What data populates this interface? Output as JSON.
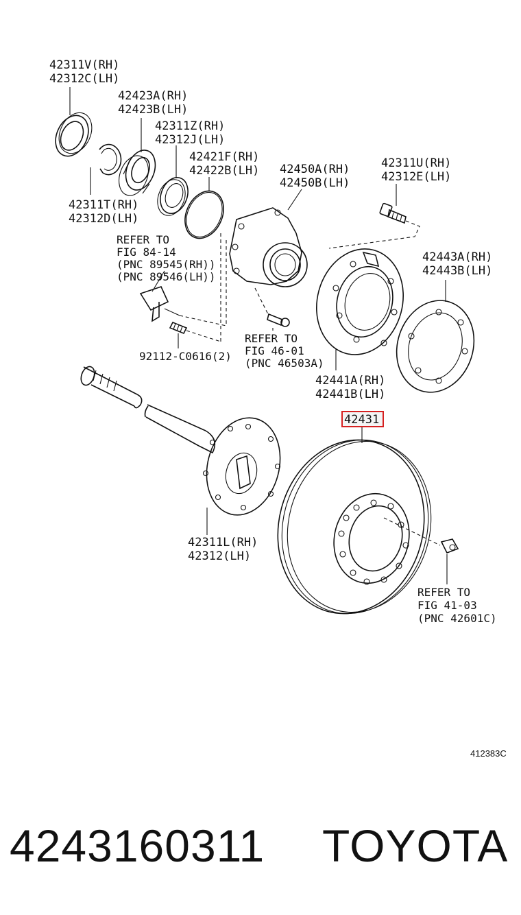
{
  "labels": {
    "p42311V": [
      "42311V(RH)",
      "42312C(LH)"
    ],
    "p42423A": [
      "42423A(RH)",
      "42423B(LH)"
    ],
    "p42311Z": [
      "42311Z(RH)",
      "42312J(LH)"
    ],
    "p42421F": [
      "42421F(RH)",
      "42422B(LH)"
    ],
    "p42450A": [
      "42450A(RH)",
      "42450B(LH)"
    ],
    "p42311U": [
      "42311U(RH)",
      "42312E(LH)"
    ],
    "p42311T": [
      "42311T(RH)",
      "42312D(LH)"
    ],
    "ref84": [
      "REFER TO",
      "FIG 84-14",
      "(PNC 89545(RH))",
      "(PNC 89546(LH))"
    ],
    "p42443A": [
      "42443A(RH)",
      "42443B(LH)"
    ],
    "ref46": [
      "REFER TO",
      "FIG 46-01",
      "(PNC 46503A)"
    ],
    "p92112": [
      "92112-C0616(2)"
    ],
    "p42441A": [
      "42441A(RH)",
      "42441B(LH)"
    ],
    "p42431": [
      "42431"
    ],
    "p42311L": [
      "42311L(RH)",
      "42312(LH)"
    ],
    "ref41": [
      "REFER TO",
      "FIG 41-03",
      "(PNC 42601C)"
    ]
  },
  "figure_id": "412383C",
  "footer": {
    "part_number": "4243160311",
    "brand": "TOYOTA"
  },
  "colors": {
    "highlight_border": "#d62020",
    "line": "#111111"
  }
}
